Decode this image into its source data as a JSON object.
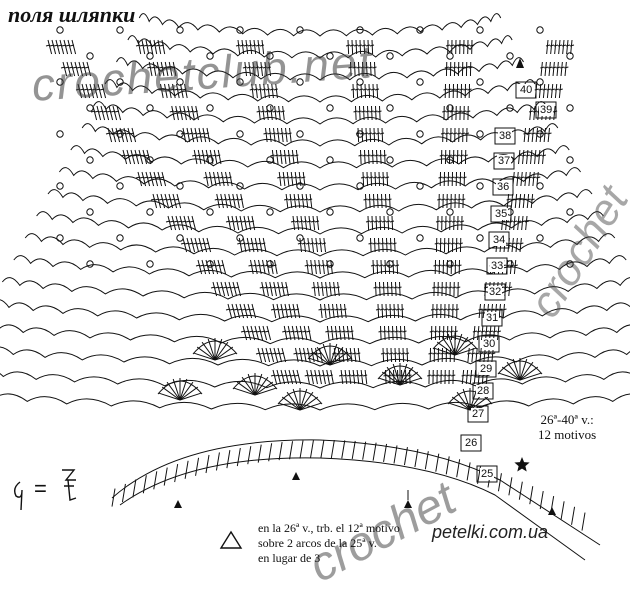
{
  "title": "поля шляпки",
  "watermarks": {
    "top": "crochetclub.net",
    "side": "crochet",
    "bottom": "crochet"
  },
  "site": "petelki.com.ua",
  "motifs_note": {
    "line1": "26ª-40ª v.:",
    "line2": "12 motivos"
  },
  "instruction": {
    "line1": "en la 26ª v., trb. el 12ª motivo",
    "line2": "sobre 2 arcos de la 25ª v.",
    "line3": "en lugar de 3"
  },
  "legend_equals": "=",
  "round_numbers": [
    "40",
    "39",
    "38",
    "37",
    "36",
    "35",
    "34",
    "33",
    "32",
    "31",
    "30",
    "29",
    "28",
    "27",
    "26",
    "25"
  ],
  "colors": {
    "ink": "#111111",
    "watermark": "#3c3c3c"
  }
}
